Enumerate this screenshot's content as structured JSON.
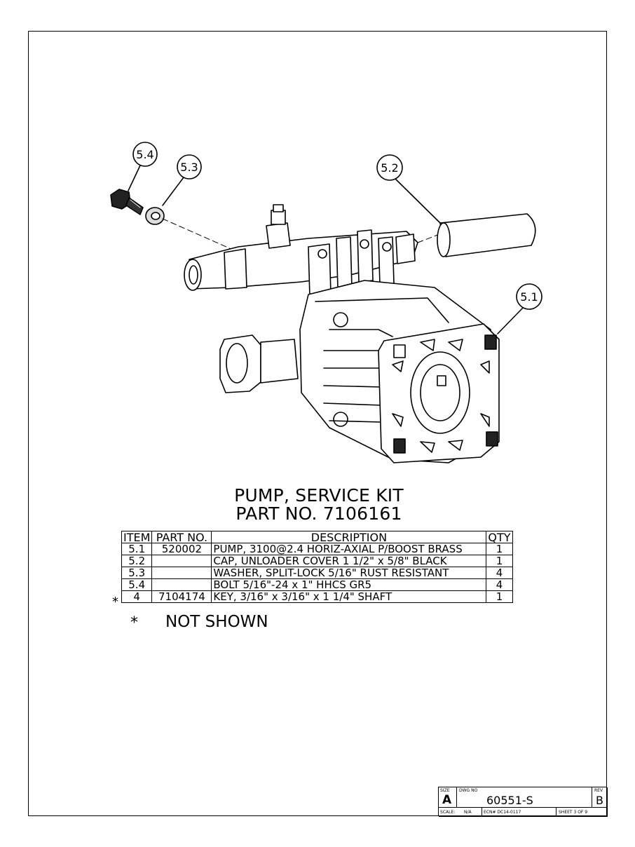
{
  "callouts": {
    "c54": "5.4",
    "c53": "5.3",
    "c52": "5.2",
    "c51": "5.1"
  },
  "title": {
    "line1": "PUMP, SERVICE KIT",
    "line2": "PART NO. 7106161"
  },
  "bom": {
    "headers": [
      "ITEM",
      "PART NO.",
      "DESCRIPTION",
      "QTY"
    ],
    "rows": [
      {
        "item": "5.1",
        "part": "520002",
        "desc": "PUMP, 3100@2.4 HORIZ-AXIAL P/BOOST BRASS",
        "qty": "1",
        "mark": ""
      },
      {
        "item": "5.2",
        "part": "",
        "desc": "CAP, UNLOADER COVER 1 1/2\" x 5/8\" BLACK",
        "qty": "1",
        "mark": ""
      },
      {
        "item": "5.3",
        "part": "",
        "desc": "WASHER, SPLIT-LOCK 5/16\" RUST RESISTANT",
        "qty": "4",
        "mark": ""
      },
      {
        "item": "5.4",
        "part": "",
        "desc": "BOLT 5/16\"-24 x 1\" HHCS GR5",
        "qty": "4",
        "mark": ""
      },
      {
        "item": "4",
        "part": "7104174",
        "desc": "KEY, 3/16\" x 3/16\" x 1 1/4\" SHAFT",
        "qty": "1",
        "mark": "*"
      }
    ]
  },
  "note": {
    "star": "*",
    "text": "NOT SHOWN"
  },
  "title_block": {
    "size_label": "SIZE",
    "size": "A",
    "dwg_label": "DWG NO",
    "dwg_no": "60551-S",
    "rev_label": "REV",
    "rev": "B",
    "scale": "SCALE:",
    "scale_val": "N/A",
    "ecn": "ECN# DC14-0117",
    "sheet": "SHEET 3 OF 9"
  }
}
